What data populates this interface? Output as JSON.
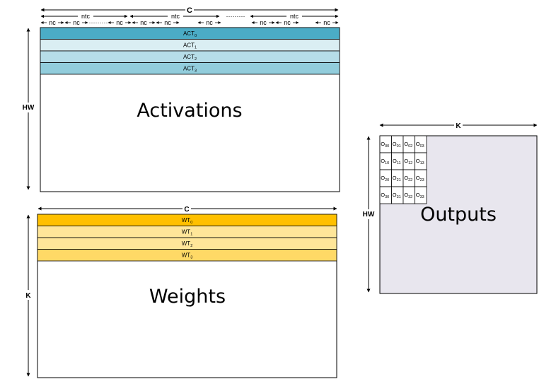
{
  "activations": {
    "label": "Activations",
    "width_label": "C",
    "height_label": "HW",
    "groups": [
      "ntc",
      "ntc",
      "ntc"
    ],
    "group_gap": "·········",
    "subunits": [
      "nc",
      "nc",
      "·········",
      "nc",
      "nc",
      "nc",
      "nc",
      "nc",
      "nc",
      "nc"
    ],
    "rows": [
      {
        "prefix": "ACT",
        "sub": "0",
        "color": "#4bacc6"
      },
      {
        "prefix": "ACT",
        "sub": "1",
        "color": "#daeef3"
      },
      {
        "prefix": "ACT",
        "sub": "2",
        "color": "#b6dde8"
      },
      {
        "prefix": "ACT",
        "sub": "3",
        "color": "#92cddc"
      }
    ]
  },
  "weights": {
    "label": "Weights",
    "width_label": "C",
    "height_label": "K",
    "rows": [
      {
        "prefix": "WT",
        "sub": "0",
        "color": "#ffc000"
      },
      {
        "prefix": "WT",
        "sub": "1",
        "color": "#ffe699"
      },
      {
        "prefix": "WT",
        "sub": "2",
        "color": "#ffe699"
      },
      {
        "prefix": "WT",
        "sub": "3",
        "color": "#ffd966"
      }
    ]
  },
  "outputs": {
    "label": "Outputs",
    "width_label": "K",
    "height_label": "HW",
    "fill": "#e8e6ee",
    "cells": [
      [
        "00",
        "01",
        "02",
        "03"
      ],
      [
        "10",
        "11",
        "12",
        "13"
      ],
      [
        "20",
        "21",
        "22",
        "23"
      ],
      [
        "30",
        "31",
        "32",
        "33"
      ]
    ],
    "cell_prefix": "O"
  }
}
